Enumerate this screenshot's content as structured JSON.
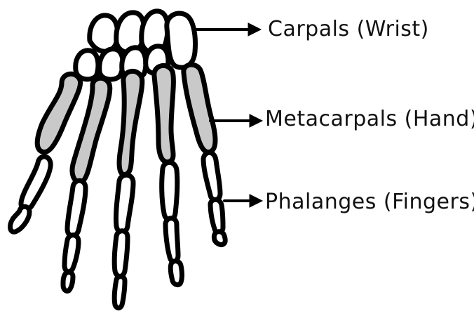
{
  "labels": {
    "carpals": "Carpals (Wrist)",
    "metacarpals": "Metacarpals (Hand)",
    "phalanges": "Phalanges (Fingers)"
  },
  "colors": {
    "outline": "#000000",
    "metacarpal_fill": "#c9c9c9",
    "bone_fill": "#ffffff",
    "background": "#ffffff"
  }
}
